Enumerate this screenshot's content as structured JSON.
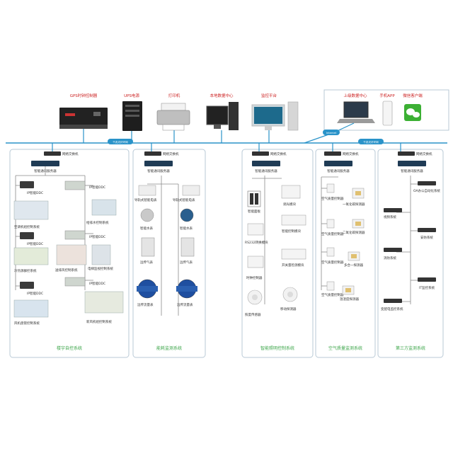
{
  "colors": {
    "backbone": "#2a93c9",
    "wire": "#8a8a8a",
    "panel_border": "#b8c9d6",
    "title_green": "#3da64a",
    "label": "#333333",
    "red_label": "#cc2222"
  },
  "top_devices": {
    "gps": "GPS时钟控制器",
    "ups": "UPS电源",
    "printer": "打印机",
    "data_center": "本地数据中心",
    "monitor": "监控平台",
    "upper_center": "上级数据中心",
    "mobile_app": "手机APP",
    "wechat": "微信客户端"
  },
  "network_labels": {
    "backbone_left": "千兆光纤环网",
    "backbone_right": "千兆光纤环网",
    "internet": "Internet"
  },
  "common": {
    "switch": "网络交换机",
    "server": "智能通讯服务器"
  },
  "panels": {
    "building": {
      "title": "楼宇自控系统",
      "ddc": "IP智能DDC",
      "items": [
        "空调机组控制系统",
        "给排水控制系统",
        "送排风控制系统",
        "冷热源群控系统",
        "电梯监视控制系统",
        "风机盘管控制系统",
        "新风机组控制系统"
      ]
    },
    "energy": {
      "title": "能耗监测系统",
      "items": [
        "导轨式智能电表",
        "导轨式智能电表",
        "智能水表",
        "智能水表",
        "远传气表",
        "远传气表",
        "远传流量表",
        "远传流量表"
      ]
    },
    "lighting": {
      "title": "智能照明控制系统",
      "items": [
        "智能面板",
        "调光模块",
        "智能控制模块",
        "RS232转换模块",
        "开关量检测模块",
        "时钟控制器",
        "照度传感器",
        "移动探测器"
      ]
    },
    "air": {
      "title": "空气质量监测系统",
      "controller": "空气质量控制器",
      "items": [
        "一氧化碳探测器",
        "二氧化碳探测器",
        "多合一探测器",
        "温湿度探测器"
      ]
    },
    "third": {
      "title": "第三方监测系统",
      "items": [
        "OA办公自动化系统",
        "视频系统",
        "安防系统",
        "消防系统",
        "IT监控系统",
        "变配电监控系统"
      ]
    }
  }
}
